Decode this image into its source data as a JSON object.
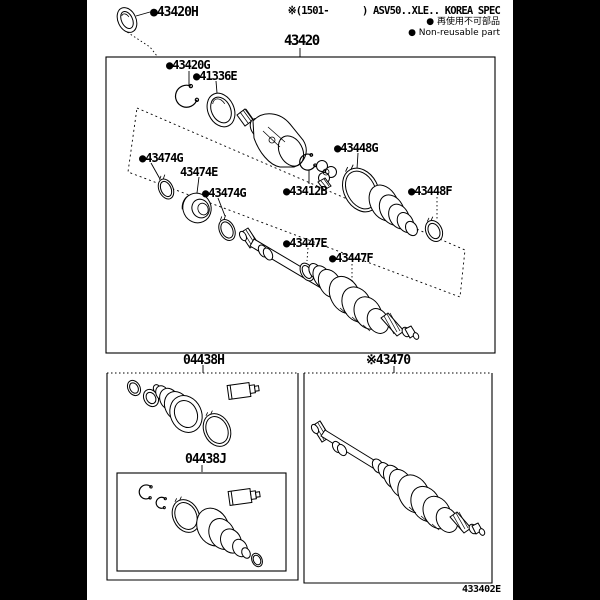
{
  "page": {
    "header": {
      "spec_note": "※(1501-      ) ASV50..XLE.. KOREA SPEC",
      "legend_jp": "● 再使用不可部品",
      "legend_en": "● Non-reusable part"
    },
    "group_label": "43420",
    "figure_code": "433402E",
    "callouts": {
      "c43420H": "●43420H",
      "c43420G": "●43420G",
      "c41336E": "●41336E",
      "c43474G_a": "●43474G",
      "c43474E": "43474E",
      "c43474G_b": "●43474G",
      "c43412B": "●43412B",
      "c43448G": "●43448G",
      "c43448F": "●43448F",
      "c43447E": "●43447E",
      "c43447F": "●43447F",
      "c04438H": "04438H",
      "c04438J": "04438J",
      "c43470": "※43470"
    }
  }
}
